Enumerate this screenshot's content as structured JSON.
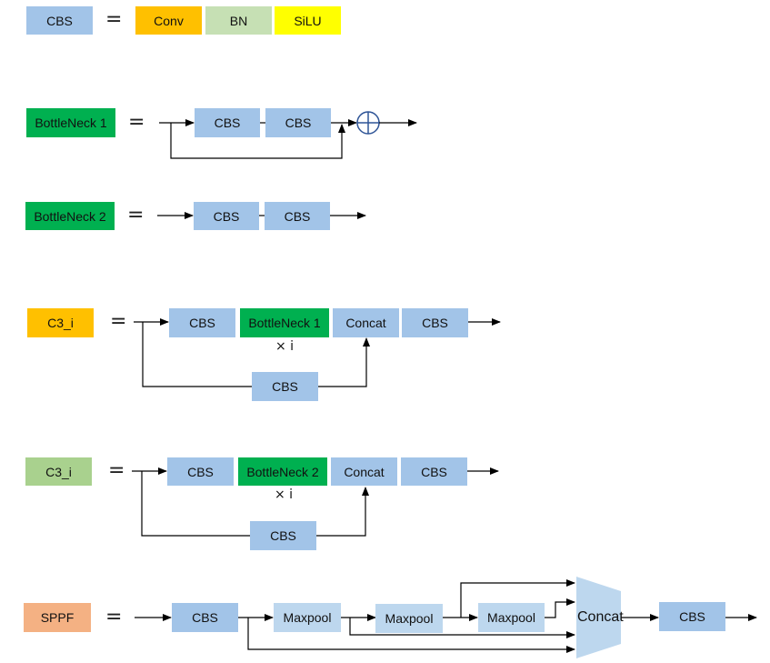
{
  "colors": {
    "cbs": "#a2c4e8",
    "conv": "#ffc000",
    "bn": "#c6e0b4",
    "silu": "#ffff00",
    "bottleneck": "#00b050",
    "c3_orange": "#ffc000",
    "c3_green": "#a9d18e",
    "sppf": "#f4b183",
    "maxpool": "#bdd7ee",
    "concat_trapezoid": "#bdd7ee",
    "line": "#000000",
    "add_circle": "#2f5597"
  },
  "equals_sign": "=",
  "row_cbs": {
    "name": "CBS",
    "parts": [
      "Conv",
      "BN",
      "SiLU"
    ]
  },
  "row_bottleneck1": {
    "name": "BottleNeck 1",
    "blocks": [
      "CBS",
      "CBS"
    ]
  },
  "row_bottleneck2": {
    "name": "BottleNeck 2",
    "blocks": [
      "CBS",
      "CBS"
    ]
  },
  "row_c3_a": {
    "name": "C3_i",
    "blocks": [
      "CBS",
      "BottleNeck 1",
      "Concat",
      "CBS"
    ],
    "repeat": "× i",
    "branch": "CBS"
  },
  "row_c3_b": {
    "name": "C3_i",
    "blocks": [
      "CBS",
      "BottleNeck 2",
      "Concat",
      "CBS"
    ],
    "repeat": "× i",
    "branch": "CBS"
  },
  "row_sppf": {
    "name": "SPPF",
    "blocks": [
      "CBS",
      "Maxpool",
      "Maxpool",
      "Maxpool"
    ],
    "concat": "Concat",
    "out": "CBS"
  }
}
